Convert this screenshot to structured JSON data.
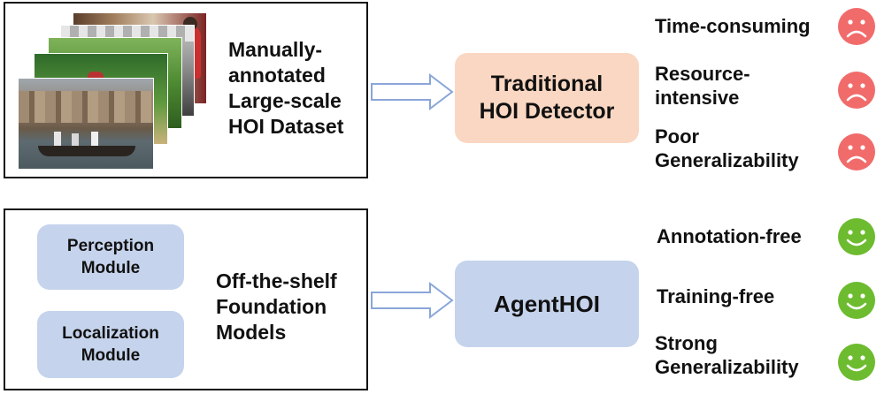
{
  "traditional": {
    "dataset_label": "Manually-\nannotated\nLarge-scale\nHOI Dataset",
    "detector_label": "Traditional\nHOI Detector",
    "properties": [
      {
        "label": "Time-consuming",
        "sentiment": "negative"
      },
      {
        "label": "Resource-\nintensive",
        "sentiment": "negative"
      },
      {
        "label": "Poor\nGeneralizability",
        "sentiment": "negative"
      }
    ],
    "box_color": "#fad7c2",
    "face_color": "#f16b6b"
  },
  "agent": {
    "modules": [
      "Perception\nModule",
      "Localization\nModule"
    ],
    "foundation_label": "Off-the-shelf\nFoundation\nModels",
    "detector_label": "AgentHOI",
    "properties": [
      {
        "label": "Annotation-free",
        "sentiment": "positive"
      },
      {
        "label": "Training-free",
        "sentiment": "positive"
      },
      {
        "label": "Strong\nGeneralizability",
        "sentiment": "positive"
      }
    ],
    "box_color": "#c5d3ec",
    "face_color": "#6dbb2f"
  },
  "arrow_color": "#8aa6d9"
}
